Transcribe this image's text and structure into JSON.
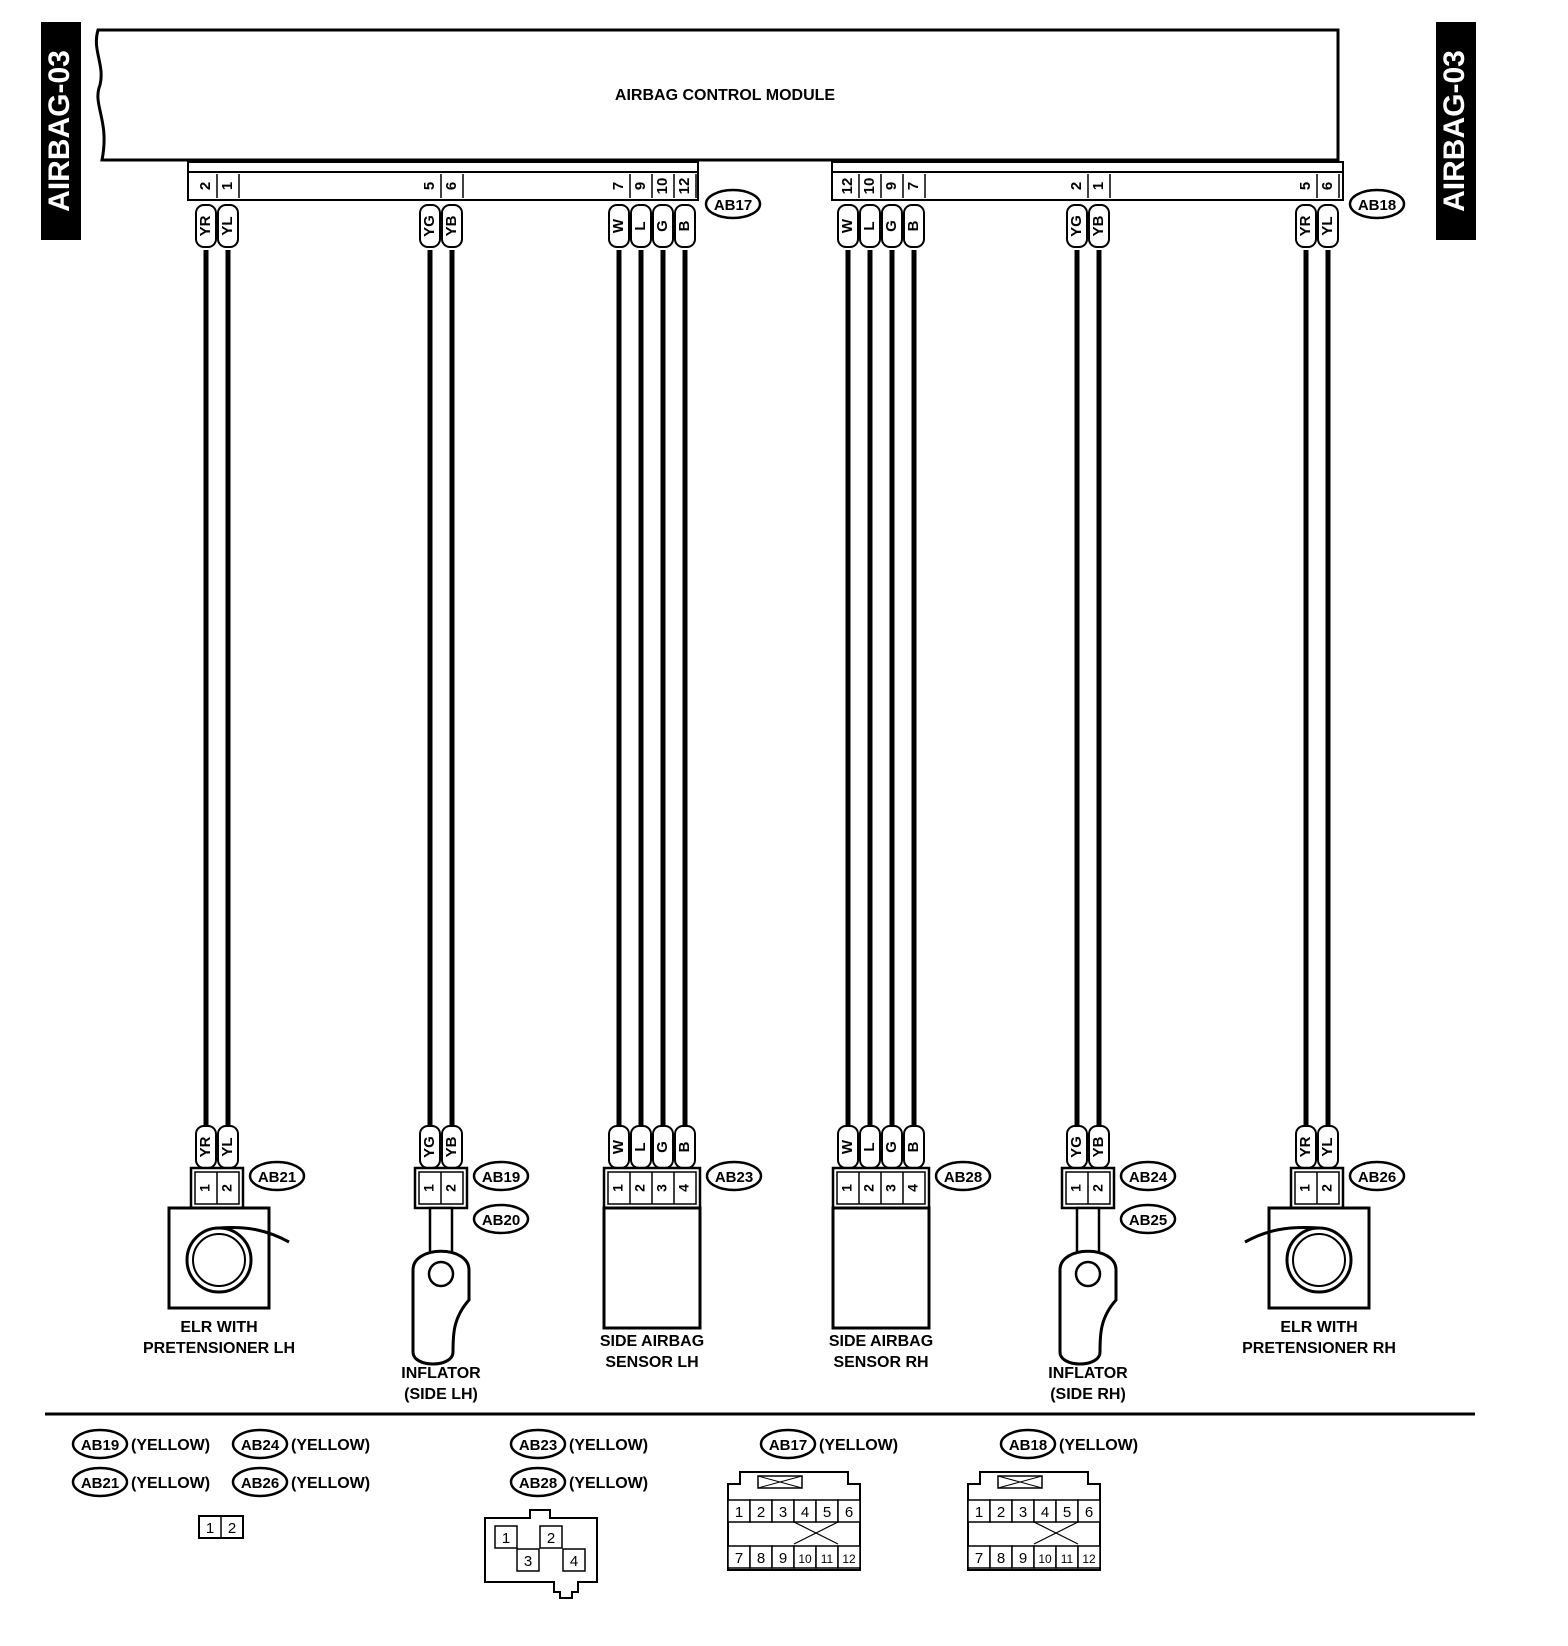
{
  "page_tag": "AIRBAG-03",
  "module": {
    "name": "AIRBAG CONTROL MODULE"
  },
  "harness_connectors": [
    {
      "id": "AB17",
      "groups": [
        {
          "pins": [
            "2",
            "1"
          ],
          "colors": [
            "YR",
            "YL"
          ]
        },
        {
          "pins": [
            "5",
            "6"
          ],
          "colors": [
            "YG",
            "YB"
          ]
        },
        {
          "pins": [
            "7",
            "9",
            "10",
            "12"
          ],
          "colors": [
            "W",
            "L",
            "G",
            "B"
          ]
        }
      ]
    },
    {
      "id": "AB18",
      "groups": [
        {
          "pins": [
            "12",
            "10",
            "9",
            "7"
          ],
          "colors": [
            "W",
            "L",
            "G",
            "B"
          ]
        },
        {
          "pins": [
            "2",
            "1"
          ],
          "colors": [
            "YG",
            "YB"
          ]
        },
        {
          "pins": [
            "5",
            "6"
          ],
          "colors": [
            "YR",
            "YL"
          ]
        }
      ]
    }
  ],
  "components": [
    {
      "type": "elr",
      "connectors": [
        "AB21"
      ],
      "pins": [
        "1",
        "2"
      ],
      "colors": [
        "YR",
        "YL"
      ],
      "label": [
        "ELR WITH",
        "PRETENSIONER LH"
      ]
    },
    {
      "type": "inflator",
      "connectors": [
        "AB19",
        "AB20"
      ],
      "pins": [
        "1",
        "2"
      ],
      "colors": [
        "YG",
        "YB"
      ],
      "label": [
        "INFLATOR",
        "(SIDE LH)"
      ]
    },
    {
      "type": "sensor",
      "connectors": [
        "AB23"
      ],
      "pins": [
        "1",
        "2",
        "3",
        "4"
      ],
      "colors": [
        "W",
        "L",
        "G",
        "B"
      ],
      "label": [
        "SIDE AIRBAG",
        "SENSOR LH"
      ]
    },
    {
      "type": "sensor",
      "connectors": [
        "AB28"
      ],
      "pins": [
        "1",
        "2",
        "3",
        "4"
      ],
      "colors": [
        "W",
        "L",
        "G",
        "B"
      ],
      "label": [
        "SIDE AIRBAG",
        "SENSOR RH"
      ]
    },
    {
      "type": "inflator",
      "connectors": [
        "AB24",
        "AB25"
      ],
      "pins": [
        "1",
        "2"
      ],
      "colors": [
        "YG",
        "YB"
      ],
      "label": [
        "INFLATOR",
        "(SIDE RH)"
      ]
    },
    {
      "type": "elr",
      "connectors": [
        "AB26"
      ],
      "pins": [
        "1",
        "2"
      ],
      "colors": [
        "YR",
        "YL"
      ],
      "label": [
        "ELR WITH",
        "PRETENSIONER RH"
      ]
    }
  ],
  "legend": {
    "entries": [
      {
        "id": "AB19",
        "color": "(YELLOW)"
      },
      {
        "id": "AB24",
        "color": "(YELLOW)"
      },
      {
        "id": "AB21",
        "color": "(YELLOW)"
      },
      {
        "id": "AB26",
        "color": "(YELLOW)"
      },
      {
        "id": "AB23",
        "color": "(YELLOW)"
      },
      {
        "id": "AB28",
        "color": "(YELLOW)"
      },
      {
        "id": "AB17",
        "color": "(YELLOW)"
      },
      {
        "id": "AB18",
        "color": "(YELLOW)"
      }
    ],
    "face_2pin": [
      "1",
      "2"
    ],
    "face_4pin": [
      "1",
      "2",
      "3",
      "4"
    ],
    "face_12pin": [
      "1",
      "2",
      "3",
      "4",
      "5",
      "6",
      "7",
      "8",
      "9",
      "10",
      "11",
      "12"
    ]
  }
}
